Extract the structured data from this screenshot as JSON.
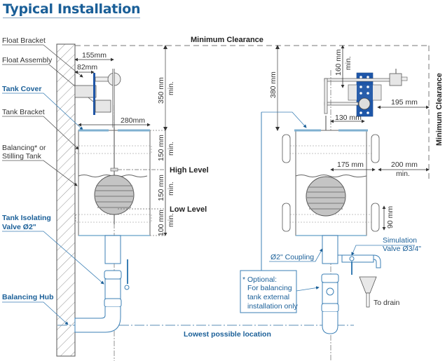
{
  "title": "Typical Installation",
  "colors": {
    "brand_blue": "#1a5f98",
    "leader_blue": "#3b7fb5",
    "bracket_blue": "#1f56a8",
    "line_gray": "#555555",
    "hatch_gray": "#777777",
    "float_gray": "#b9b9b9"
  },
  "left_labels": {
    "float_bracket": "Float Bracket",
    "float_assembly": "Float Assembly",
    "tank_cover": "Tank Cover",
    "tank_bracket": "Tank Bracket",
    "balancing_tank_line1": "Balancing* or",
    "balancing_tank_line2": "Stilling Tank",
    "isolating_valve_line1": "Tank Isolating",
    "isolating_valve_line2": "Valve Ø2\"",
    "balancing_hub": "Balancing Hub"
  },
  "clearance": {
    "top_label": "Minimum Clearance",
    "side_label": "Minimum Clearance",
    "bottom_label": "Lowest possible location"
  },
  "left_dims": {
    "d155": "155mm",
    "d82": "82mm",
    "d280": "280mm",
    "d350": "350 mm",
    "d350_min": "min.",
    "d150a": "150 mm",
    "d150a_min": "min.",
    "d150b": "150 mm",
    "d150b_min": "min.",
    "d100": "100 mm",
    "d100_min": "min.",
    "high_level": "High Level",
    "low_level": "Low Level"
  },
  "right_dims": {
    "d380": "380 mm",
    "d160": "160 mm",
    "d160_min": "min.",
    "d195": "195 mm",
    "d130": "130 mm",
    "d175": "175 mm",
    "d200": "200 mm",
    "d200_min": "min.",
    "d90": "90 mm"
  },
  "right_labels": {
    "coupling": "Ø2\" Coupling",
    "simulation_line1": "Simulation",
    "simulation_line2": "Valve Ø3/4\"",
    "to_drain": "To drain",
    "optional_line1": "* Optional:",
    "optional_line2": "For balancing",
    "optional_line3": "tank external",
    "optional_line4": "installation only"
  }
}
